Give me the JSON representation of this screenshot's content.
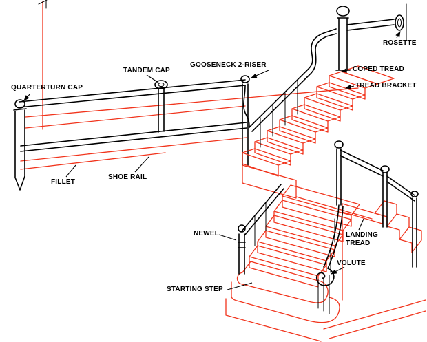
{
  "meta": {
    "title": "Staircase parts diagram"
  },
  "colors": {
    "ink": "#000000",
    "accent": "#f1341c",
    "paper": "#ffffff"
  },
  "labels": {
    "quarterturn_cap": "QUARTERTURN CAP",
    "tandem_cap": "TANDEM CAP",
    "gooseneck_2riser": "GOOSENECK 2-RISER",
    "rosette": "ROSETTE",
    "coped_tread": "COPED TREAD",
    "tread_bracket": "TREAD BRACKET",
    "fillet": "FILLET",
    "shoe_rail": "SHOE RAIL",
    "newel": "NEWEL",
    "landing_tread": "LANDING TREAD",
    "volute": "VOLUTE",
    "starting_step": "STARTING STEP"
  }
}
